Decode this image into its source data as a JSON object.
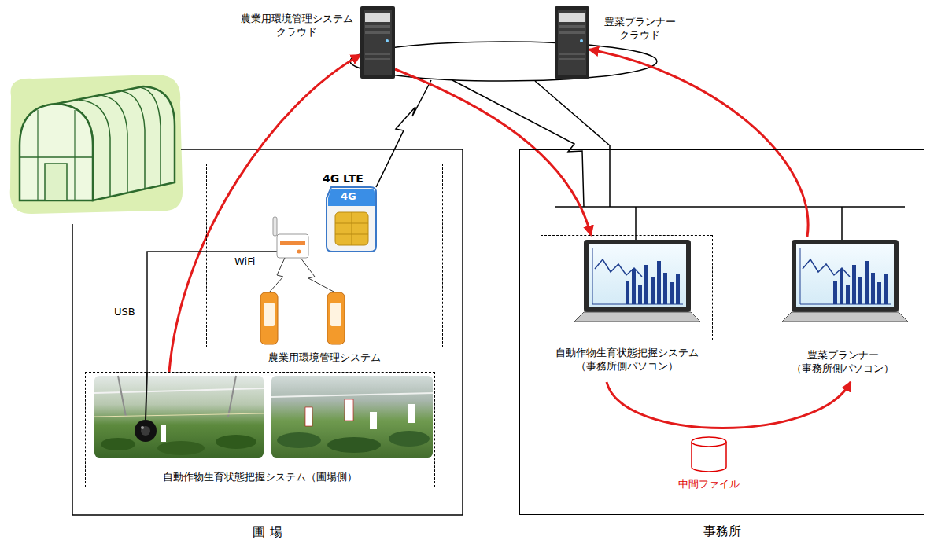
{
  "diagram": {
    "nodes": [
      {
        "text": [
          "農業用環境管理システム クラウド"
        ]
      },
      {
        "text": [
          "豊菜プランナー クラウド"
        ]
      },
      {
        "text": [
          "圃 場"
        ]
      },
      {
        "text": [
          "農業用環境管理システム"
        ],
        "in": 2
      },
      {
        "text": [
          "自動作物生育状態把握システム（圃場側）"
        ],
        "in": 2
      },
      {
        "text": [
          "事務所"
        ]
      },
      {
        "text": [
          "自動作物生育状態把握システム （事務所側パソコン）"
        ],
        "in": 5
      },
      {
        "text": [
          "豊菜プランナー （事務所側パソコン）"
        ],
        "in": 5
      },
      {
        "text": [
          "中間ファイル"
        ],
        "in": 5
      }
    ],
    "edges": [
      {
        "from": 4,
        "to": 0,
        "arrow": "to"
      },
      {
        "from": 0,
        "to": 6,
        "arrow": "to"
      },
      {
        "from": 7,
        "to": 1,
        "arrow": "to"
      },
      {
        "from": 6,
        "to": 7,
        "arrow": "to"
      },
      {
        "from": 4,
        "to": 3,
        "label": "USB",
        "arrow": "none"
      }
    ],
    "labels": [
      "4G LTE",
      "4G",
      "WiFi"
    ]
  }
}
